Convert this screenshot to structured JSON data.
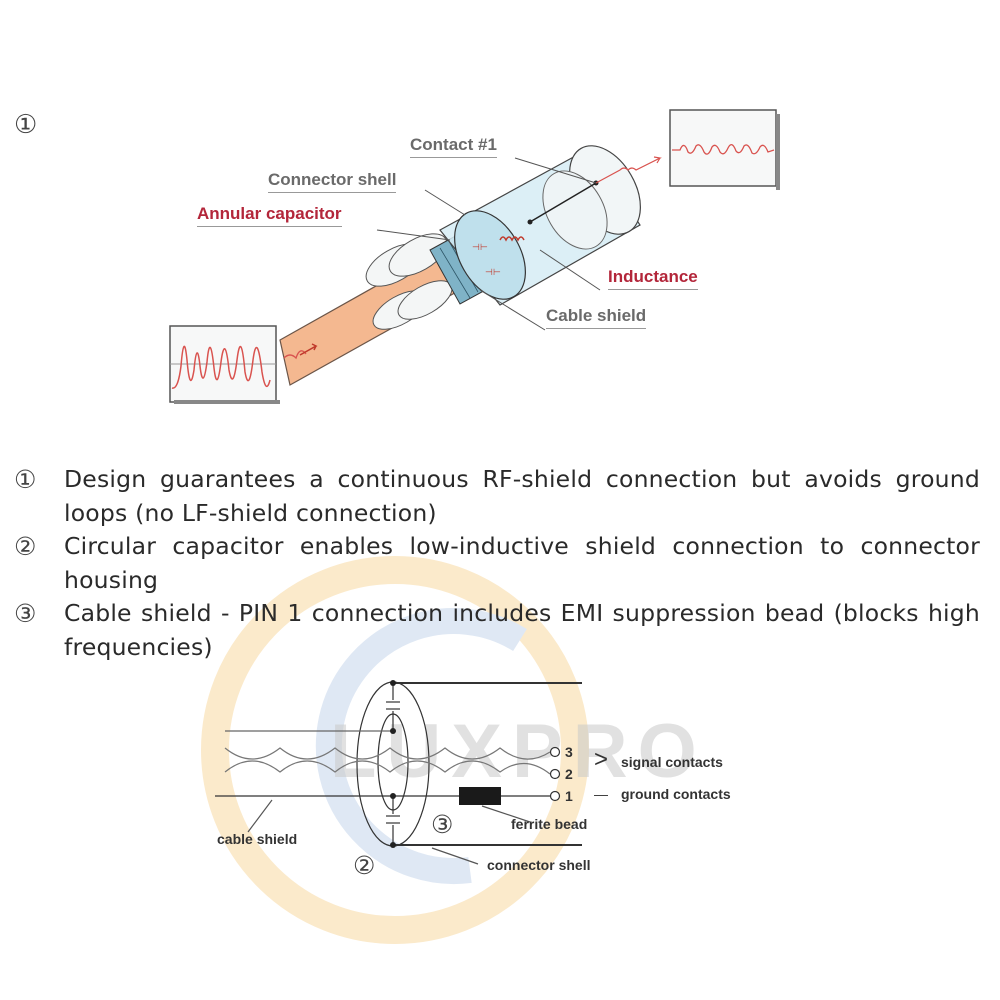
{
  "top_figure": {
    "marker": "①",
    "labels": {
      "contact": "Contact #1",
      "connector_shell": "Connector shell",
      "annular_capacitor": "Annular capacitor",
      "inductance": "Inductance",
      "cable_shield": "Cable shield"
    },
    "colors": {
      "label_gray": "#6a6a6a",
      "label_red": "#b3263a",
      "cable_orange": "#f4b890",
      "shell_blue": "#cfe9f3",
      "signal_red": "#d9534f"
    }
  },
  "descriptions": [
    {
      "num": "①",
      "text": "Design guarantees a continuous RF-shield connection but avoids ground loops (no LF-shield connection)"
    },
    {
      "num": "②",
      "text": "Circular capacitor enables low-inductive shield connection to connector housing"
    },
    {
      "num": "③",
      "text": "Cable shield - PIN 1 connection includes EMI suppression bead (blocks high frequencies)"
    }
  ],
  "schematic": {
    "pins": [
      "3",
      "2",
      "1"
    ],
    "signal_contacts": "signal contacts",
    "ground_contacts": "ground contacts",
    "ferrite_bead": "ferrite bead",
    "cable_shield": "cable shield",
    "connector_shell": "connector shell",
    "marker_2": "②",
    "marker_3": "③",
    "brace": ">",
    "dash": "—"
  },
  "watermark": {
    "text": "LUXPRO",
    "colors": {
      "outer_ring": "#fbe9c6",
      "inner_ring": "#dde7f3",
      "text": "#d9d9d9"
    }
  }
}
